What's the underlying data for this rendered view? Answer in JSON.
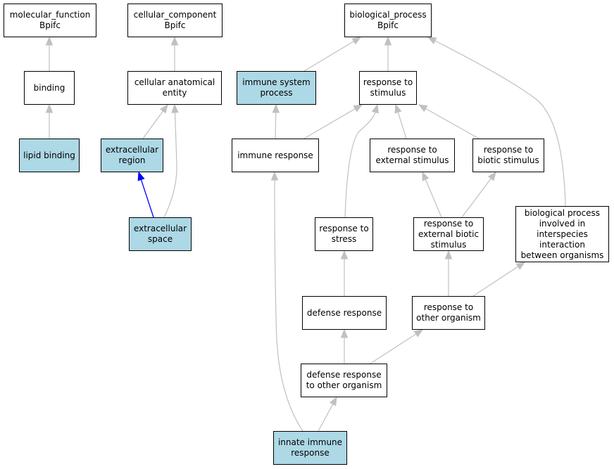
{
  "colors": {
    "highlight_fill": "#add8e6",
    "default_fill": "#ffffff",
    "edge": "#c0c0c0",
    "edge_highlight": "#0000ff"
  },
  "nodes": {
    "mf_root": {
      "lines": [
        "molecular_function",
        "Bpifc"
      ],
      "highlighted": false
    },
    "cc_root": {
      "lines": [
        "cellular_component",
        "Bpifc"
      ],
      "highlighted": false
    },
    "bp_root": {
      "lines": [
        "biological_process",
        "Bpifc"
      ],
      "highlighted": false
    },
    "binding": {
      "lines": [
        "binding"
      ],
      "highlighted": false
    },
    "cae": {
      "lines": [
        "cellular anatomical",
        "entity"
      ],
      "highlighted": false
    },
    "isp": {
      "lines": [
        "immune system",
        "process"
      ],
      "highlighted": true
    },
    "rts": {
      "lines": [
        "response to",
        "stimulus"
      ],
      "highlighted": false
    },
    "lipid": {
      "lines": [
        "lipid binding"
      ],
      "highlighted": true
    },
    "ecr": {
      "lines": [
        "extracellular",
        "region"
      ],
      "highlighted": true
    },
    "immresp": {
      "lines": [
        "immune response"
      ],
      "highlighted": false
    },
    "rtes": {
      "lines": [
        "response to",
        "external stimulus"
      ],
      "highlighted": false
    },
    "rtbs": {
      "lines": [
        "response to",
        "biotic stimulus"
      ],
      "highlighted": false
    },
    "ecs": {
      "lines": [
        "extracellular",
        "space"
      ],
      "highlighted": true
    },
    "bpii": {
      "lines": [
        "biological process",
        "involved in",
        "interspecies",
        "interaction",
        "between organisms"
      ],
      "highlighted": false
    },
    "rtstress": {
      "lines": [
        "response to",
        "stress"
      ],
      "highlighted": false
    },
    "rteb": {
      "lines": [
        "response to",
        "external biotic",
        "stimulus"
      ],
      "highlighted": false
    },
    "defresp": {
      "lines": [
        "defense response"
      ],
      "highlighted": false
    },
    "rtoo": {
      "lines": [
        "response to",
        "other organism"
      ],
      "highlighted": false
    },
    "drtoo": {
      "lines": [
        "defense response",
        "to other organism"
      ],
      "highlighted": false
    },
    "innate": {
      "lines": [
        "innate immune",
        "response"
      ],
      "highlighted": true
    }
  },
  "edges": [
    {
      "from": "binding",
      "to": "mf_root",
      "highlighted": false
    },
    {
      "from": "lipid",
      "to": "binding",
      "highlighted": false
    },
    {
      "from": "cae",
      "to": "cc_root",
      "highlighted": false
    },
    {
      "from": "ecr",
      "to": "cae",
      "highlighted": false
    },
    {
      "from": "ecs",
      "to": "ecr",
      "highlighted": true
    },
    {
      "from": "ecs",
      "to": "cae",
      "highlighted": false
    },
    {
      "from": "isp",
      "to": "bp_root",
      "highlighted": false
    },
    {
      "from": "rts",
      "to": "bp_root",
      "highlighted": false
    },
    {
      "from": "bpii",
      "to": "bp_root",
      "highlighted": false
    },
    {
      "from": "immresp",
      "to": "isp",
      "highlighted": false
    },
    {
      "from": "immresp",
      "to": "rts",
      "highlighted": false
    },
    {
      "from": "rtes",
      "to": "rts",
      "highlighted": false
    },
    {
      "from": "rtbs",
      "to": "rts",
      "highlighted": false
    },
    {
      "from": "rtstress",
      "to": "rts",
      "highlighted": false
    },
    {
      "from": "rteb",
      "to": "rtes",
      "highlighted": false
    },
    {
      "from": "rteb",
      "to": "rtbs",
      "highlighted": false
    },
    {
      "from": "defresp",
      "to": "rtstress",
      "highlighted": false
    },
    {
      "from": "rtoo",
      "to": "rteb",
      "highlighted": false
    },
    {
      "from": "rtoo",
      "to": "bpii",
      "highlighted": false
    },
    {
      "from": "drtoo",
      "to": "defresp",
      "highlighted": false
    },
    {
      "from": "drtoo",
      "to": "rtoo",
      "highlighted": false
    },
    {
      "from": "innate",
      "to": "drtoo",
      "highlighted": false
    },
    {
      "from": "innate",
      "to": "immresp",
      "highlighted": false
    }
  ]
}
